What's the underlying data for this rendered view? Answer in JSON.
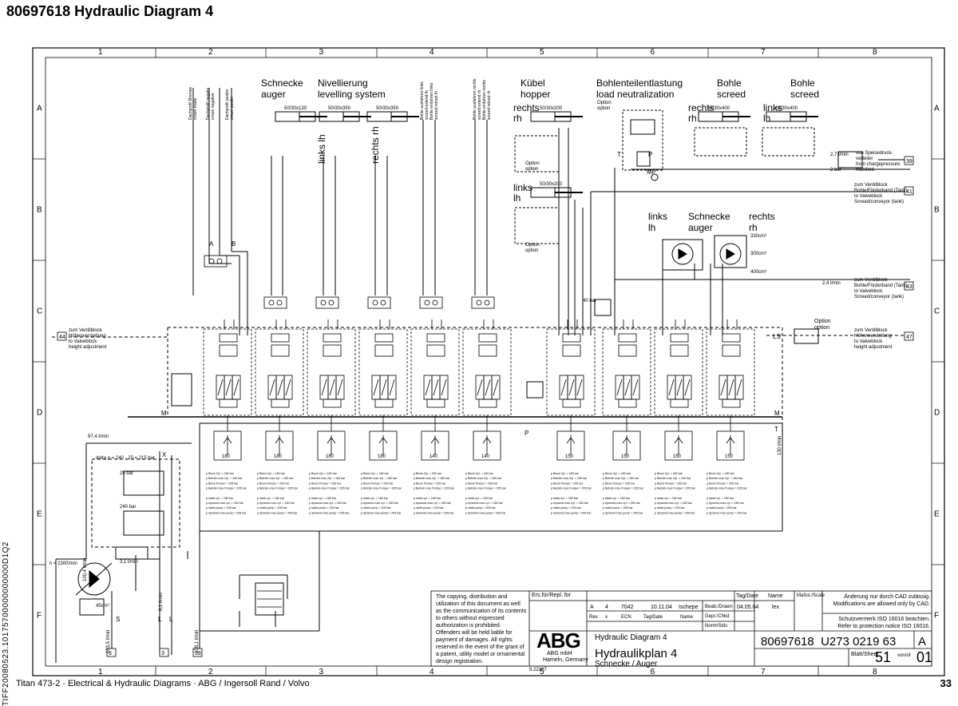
{
  "page": {
    "title": "80697618  Hydraulic Diagram 4",
    "page_number": "33",
    "footer": "Titan 473-2 · Electrical & Hydraulic Diagrams · ABG / Ingersoll Rand / Volvo",
    "vertical_code": "TIFF20080523.10175700000000000D1Q2"
  },
  "grid": {
    "columns": [
      "1",
      "2",
      "3",
      "4",
      "5",
      "6",
      "7",
      "8"
    ],
    "rows": [
      "A",
      "B",
      "C",
      "D",
      "E",
      "F"
    ]
  },
  "labels": {
    "schnecke_auger": [
      "Schnecke",
      "auger"
    ],
    "nivellierung": [
      "Nivellierung",
      "levelling system"
    ],
    "kuebel": [
      "Kübel",
      "hopper"
    ],
    "bohlenteil": [
      "Bohlenteilentlastung",
      "load neutralization"
    ],
    "bohle1": [
      "Bohle",
      "screed"
    ],
    "bohle2": [
      "Bohle",
      "screed"
    ],
    "rechts_rh": [
      "rechts",
      "rh"
    ],
    "links_lh": [
      "links",
      "lh"
    ],
    "links_motor": [
      "links",
      "lh"
    ],
    "schnecke_motor": [
      "Schnecke",
      "auger"
    ],
    "rechts_motor": [
      "rechts",
      "rh"
    ],
    "links_vert": "links lh",
    "rechts_vert": "rechts rh",
    "option": [
      "Option",
      "option"
    ],
    "cyl_sizes": [
      "50/30x130",
      "50/30x350",
      "50/30x350",
      "50/30x200",
      "50/30x200",
      "63/30x400",
      "63/30x400"
    ],
    "to_valveblock_left": [
      "zum Ventilblock",
      "Höhenverstellung",
      "to Valveblock",
      "height adjustment"
    ],
    "to_valveblock_right": [
      "zum Ventilblock",
      "Höhenverstellung",
      "to Valveblock",
      "height adjustment"
    ],
    "conn_41": [
      "zum Ventilblock",
      "Bohle/Förderband (Tank)",
      "to Valveblock",
      "Screed/conveyor (tank)"
    ],
    "conn_43": [
      "zum Ventilblock",
      "Bohle/Förderband (Tank)",
      "to Valveblock",
      "Screed/conveyor (tank)"
    ],
    "conn_39": [
      "von Speisedruck-",
      "verteiler",
      "from chargepressure",
      "manifold"
    ],
    "ref_numbers": {
      "n44": "44",
      "n47": "47",
      "n41": "41",
      "n43": "43",
      "n39": "39",
      "n6": "6",
      "n3": "3",
      "n18": "18"
    },
    "pressure_27": "2,7 l/min",
    "pressure_2bar": "2 bar",
    "pressure_40bar": "40 bar",
    "flow_97": "97,4 l/min",
    "delta_p": "delta p = 240 - 25 = 215 bar",
    "bar_25": "25 bar",
    "bar_240": "240 bar",
    "n_rpm": "n = 2300/min",
    "cc_45": "45cm³",
    "flow_31": "3,1 l/min",
    "flow_100": "100,4 l/min",
    "flow_24": "2,4 l/min",
    "flow_103": "103,5 l/min",
    "flow_108": "108,1 l/min",
    "flow_61": "6,1 l/min",
    "flow_130": "130 l/min",
    "motor_cc": [
      "330cm³",
      "300cm³",
      "400cm³"
    ],
    "port_letters": [
      "A",
      "B",
      "P",
      "T",
      "M",
      "L",
      "S",
      "X",
      "LS",
      "MP"
    ],
    "block_labels": [
      "180",
      "180",
      "180",
      "180",
      "140",
      "140",
      "150",
      "150",
      "150",
      "150"
    ],
    "spec_lines": [
      "p Block Zyl. = 180 bar",
      "p Betrieb max Zyl. = 180 bar",
      "p Block Pumpe = 205 bar",
      "p Betrieb max Pumpe = 205 bar",
      "p static cyl. = 180 bar",
      "p dynamic max cyl. = 180 bar",
      "p static pump = 205 bar",
      "p dynamic max pump = 205 bar"
    ],
    "cylinder_top_labels": [
      "Dachprofil Bremse",
      "crown brake",
      "Dachprofil negativ",
      "crown negative",
      "Dachprofil positiv",
      "crown positiv"
    ],
    "bohle_labels": [
      "Bohle ausfahren links",
      "screed extend lh",
      "Bohle einfahren links",
      "screed retract lh"
    ],
    "bohle_labels_r": [
      "Bohle ausfahren rechts",
      "screed extend rh",
      "Bohle einfahren rechts",
      "screed retract rh"
    ]
  },
  "title_block": {
    "notice": "The copying, distribution and utilization of this document as well as the communication of its contents to others without expressed authorization is prohibited. Offenders will be held liable for payment of damages. All rights reserved in the event of the grant of a patent, utility model or ornamental design registration.",
    "logo": "ABG",
    "company": [
      "ABG mbH",
      "Hameln, Germany"
    ],
    "doc_ref": "9.22107",
    "ers_fuer": "Ers.für/Repl. for",
    "rev_row": [
      "A",
      "4",
      "7042",
      "10.11.04",
      "Ischepe"
    ],
    "rev_headers": [
      "Rev.",
      "x",
      "ECN",
      "Tag/Date",
      "Name"
    ],
    "beab": "Beab./Drawn",
    "gepr": "Gepr./Chkd",
    "norm": "Norm/Stds",
    "date": "04.05.04",
    "drawn_by": "lex",
    "tag_date": "Tag/Date",
    "name": "Name",
    "massstab": "Maßst./Scale",
    "cad_notice": "Änderung nur durch CAD zulässig. Modifications are allowed only by CAD.",
    "protection": "Schutzvermerk ISO 16016 beachten. Refer to protection notice ISO 16016.",
    "title_en": "Hydraulic Diagram 4",
    "doc_number": "80697618  U273 0219 63",
    "rev_letter": "A",
    "title_de": "Hydraulikplan 4",
    "subtitle": "Schnecke / Auger",
    "blatt": "Blatt/Sheet",
    "sheet_no": "51",
    "von": "von/of",
    "of_no": "01"
  }
}
